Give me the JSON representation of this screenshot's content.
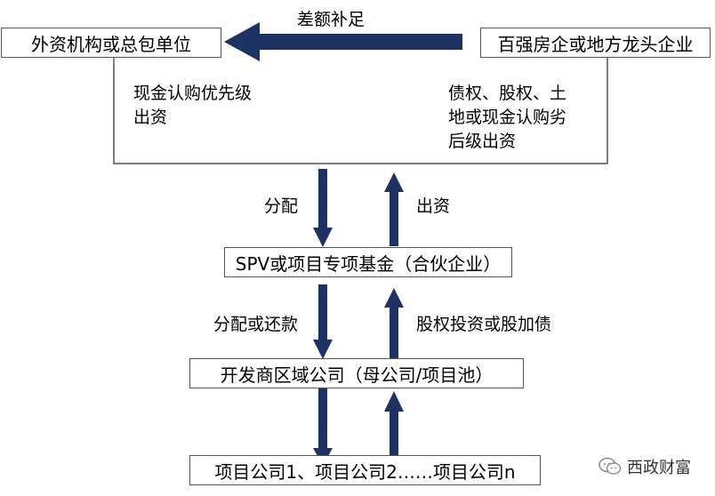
{
  "nodes": {
    "foreign": "外资机构或总包单位",
    "developer": "百强房企或地方龙头企业",
    "spv": "SPV或项目专项基金（合伙企业）",
    "regional": "开发商区域公司（母公司/项目池）",
    "projects": "项目公司1、项目公司2……项目公司n"
  },
  "labels": {
    "top_arrow": "差额补足",
    "left_line1": "现金认购优先级",
    "left_line2": "出资",
    "right_line1": "债权、股权、土",
    "right_line2": "地或现金认购劣",
    "right_line3": "后级出资",
    "down1": "分配",
    "up1": "出资",
    "down2": "分配或还款",
    "up2": "股权投资或股加债"
  },
  "watermark": {
    "text": "西政财富",
    "icon": "wechat-icon"
  },
  "colors": {
    "arrow": "#1f3264",
    "border": "#555555"
  }
}
